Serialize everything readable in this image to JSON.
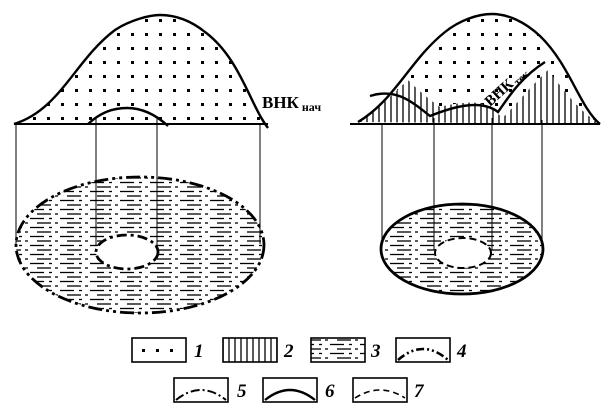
{
  "labels": {
    "owc_initial_main": "ВНК",
    "owc_initial_sub": "нач",
    "owc_current_main": "ВНК",
    "owc_current_sub": "тек"
  },
  "legend": {
    "items": [
      {
        "number": "1",
        "pattern": "dots"
      },
      {
        "number": "2",
        "pattern": "vertical-hatch"
      },
      {
        "number": "3",
        "pattern": "dash-dot-hatch"
      },
      {
        "number": "4",
        "pattern": "dash-dot-dot-arc"
      },
      {
        "number": "5",
        "pattern": "dash-dot-arc"
      },
      {
        "number": "6",
        "pattern": "solid-arc"
      },
      {
        "number": "7",
        "pattern": "dashed-line"
      }
    ]
  },
  "colors": {
    "ink": "#000000",
    "background": "#ffffff"
  }
}
